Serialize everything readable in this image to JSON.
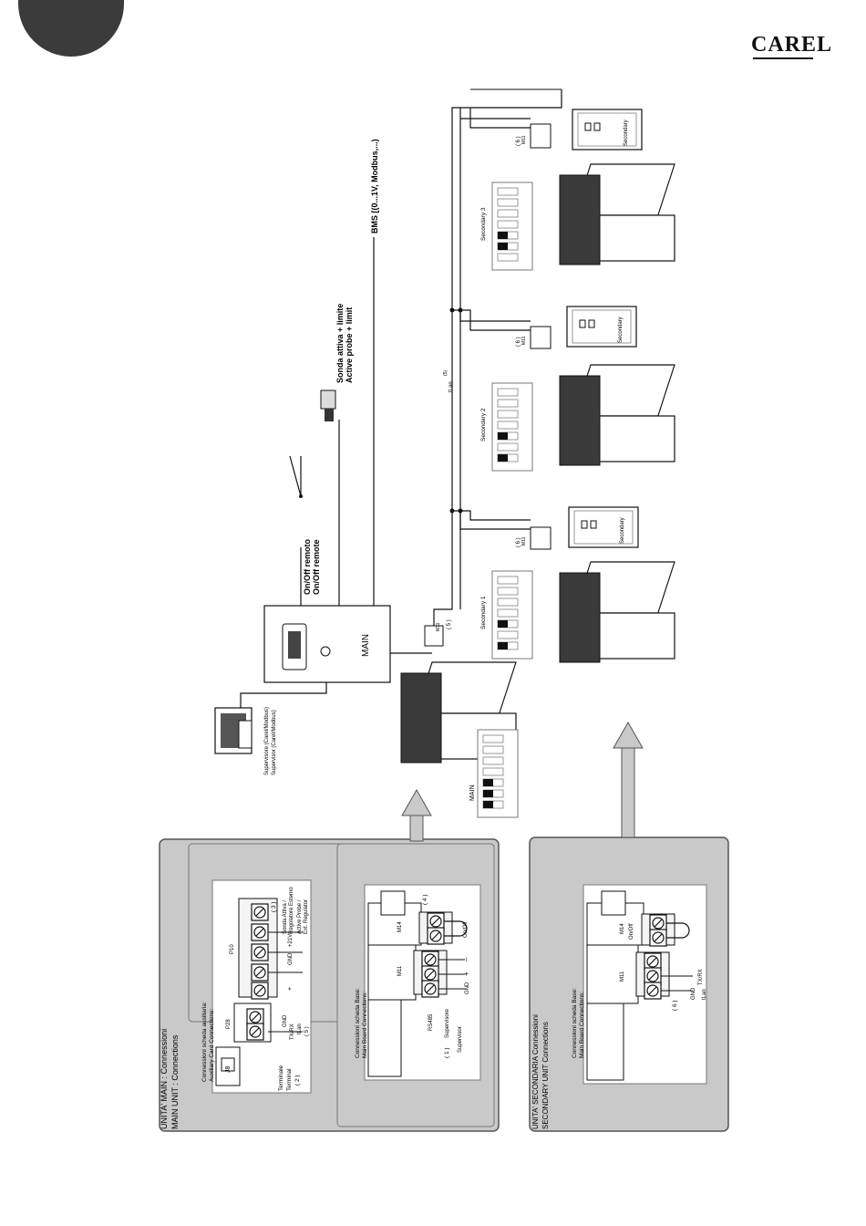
{
  "brand": {
    "logo": "CAREL"
  },
  "main_panel": {
    "title_it": "UNITA' MAIN  : Connessioni",
    "title_en": "MAIN  UNIT  : Connections",
    "aux": {
      "header_it": "Connessioni scheda ausiliaria:",
      "header_en": "Auxiliary Card Connections:",
      "connector_p10": "P10",
      "connector_j8": "J8",
      "connector_p28": "P28",
      "note_3": "( 3 )",
      "active_it_1": "Sonda Attiva /",
      "active_it_2": "Regolatore Esterno",
      "active_en_1": "Active Probe /",
      "active_en_2": "Ext. Regulator",
      "terminal_it": "Terminale",
      "terminal_en": "Terminal",
      "note_2": "( 2 )",
      "gnd": "GND",
      "plus21v": "+21V",
      "plus": "+",
      "gnd_tx": "GND",
      "txrx": "TX/RX",
      "tlan": "tLan",
      "note_5": "( 5 )"
    },
    "base": {
      "header_it": "Connessioni scheda Base:",
      "header_en": "Main Board Connections:",
      "m11": "M11",
      "m14": "M14",
      "note_4": "( 4 )",
      "onoff": "On/Off",
      "rs485": "RS485",
      "supervisore": "Supervisore",
      "supervisor": "Supervisor",
      "note_1": "( 1 )",
      "minus": "–",
      "plus": "+",
      "gnd": "GND"
    }
  },
  "secondary_panel": {
    "title_it": "UNITA' SECONDARIA  Connessioni",
    "title_en": "SECONDARY UNIT Connections",
    "header_it": "Connessioni scheda Base:",
    "header_en": "Main Board Connections:",
    "m11": "M11",
    "m14": "M14",
    "onoff": "On/Off",
    "note_6": "( 6 )",
    "gnd": "GND",
    "txrx": "TX/RX",
    "tlan": "tLan"
  },
  "diagram": {
    "main_unit": "MAIN",
    "dip_main": "MAIN",
    "supervisor_it": "Supervisore (Carel/Modbus)",
    "supervisor_en": "Supervisor (Carel/Modbus)",
    "onoff_it": "On/Off remoto",
    "onoff_en": "On/Off remote",
    "probe_it": "Sonda attiva + limite",
    "probe_en": "Active probe + limit",
    "bms": "BMS [(0...1V, Modbus,...)",
    "tlan_bus": "tLan",
    "tlan_sup": "(5)",
    "note_5": "( 5 )",
    "m11": "M11",
    "note_6": "( 6 )",
    "secondary_1": "Secondary 1",
    "secondary_2": "Secondary 2",
    "secondary_3": "Secondary 3",
    "secondary": "Secondary"
  },
  "colors": {
    "panel_bg": "#c9c9c9",
    "panel_border": "#555555",
    "tab": "#3b3b3b",
    "line": "#111111"
  }
}
